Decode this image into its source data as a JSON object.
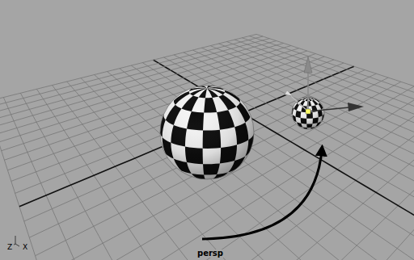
{
  "diagram": {
    "labels": [
      "persp",
      "Z",
      "X"
    ]
  }
}
